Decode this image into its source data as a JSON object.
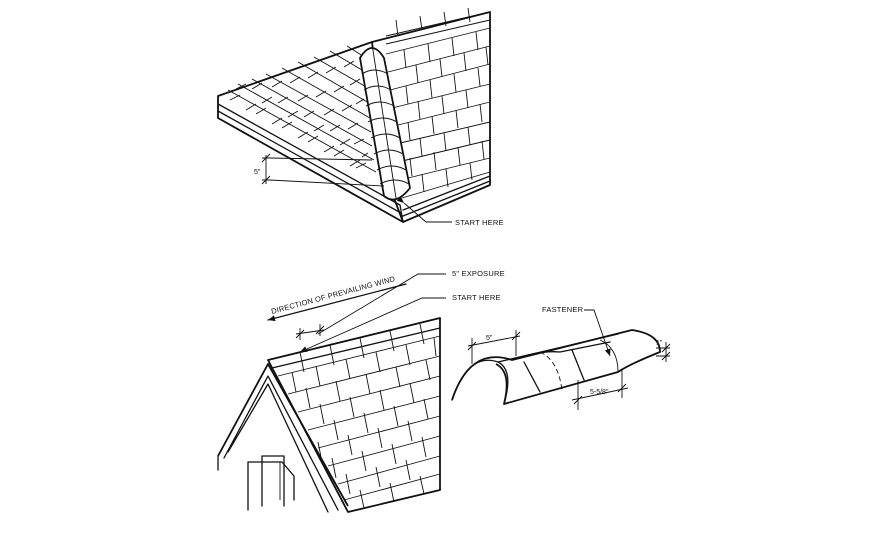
{
  "detail_top": {
    "start_here": "START HERE",
    "dim_exposure": "5\""
  },
  "detail_bottom_left": {
    "wind_label": "DIRECTION OF PREVAILING WIND",
    "exposure_label": "5\" EXPOSURE",
    "start_here": "START HERE"
  },
  "detail_bottom_right": {
    "fastener_label": "FASTENER",
    "dim_exposure": "5\"",
    "dim_length": "5-5/8\"",
    "dim_thickness": "1\""
  }
}
